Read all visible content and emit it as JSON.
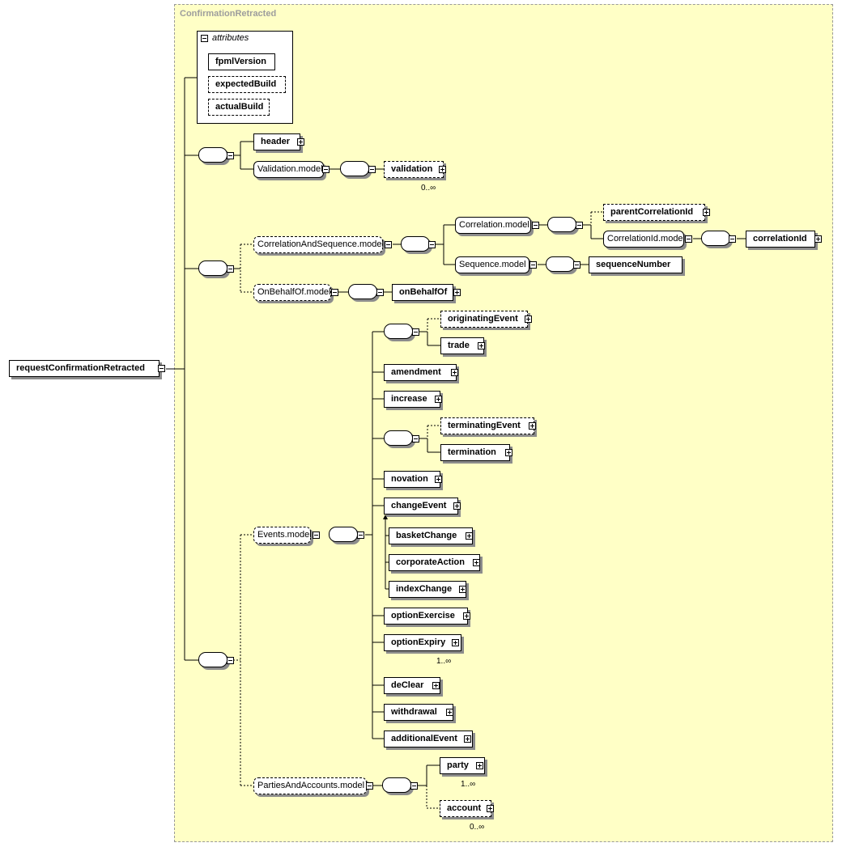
{
  "type_name": "ConfirmationRetracted",
  "attributes_label": "attributes",
  "root_element": "requestConfirmationRetracted",
  "attributes": [
    "fpmlVersion",
    "expectedBuild",
    "actualBuild"
  ],
  "elements": {
    "header": "header",
    "validation_model": "Validation.model",
    "validation": "validation",
    "validation_occ": "0..∞",
    "correlation_and_sequence_model": "CorrelationAndSequence.model",
    "correlation_model": "Correlation.model",
    "parent_correlation_id": "parentCorrelationId",
    "correlation_id_model": "CorrelationId.model",
    "correlation_id": "correlationId",
    "sequence_model": "Sequence.model",
    "sequence_number": "sequenceNumber",
    "on_behalf_of_model": "OnBehalfOf.model",
    "on_behalf_of": "onBehalfOf",
    "events_model": "Events.model",
    "originating_event": "originatingEvent",
    "trade": "trade",
    "amendment": "amendment",
    "increase": "increase",
    "terminating_event": "terminatingEvent",
    "termination": "termination",
    "novation": "novation",
    "change_event": "changeEvent",
    "basket_change": "basketChange",
    "corporate_action": "corporateAction",
    "index_change": "indexChange",
    "option_exercise": "optionExercise",
    "option_expiry": "optionExpiry",
    "option_expiry_occ": "1..∞",
    "de_clear": "deClear",
    "withdrawal": "withdrawal",
    "additional_event": "additionalEvent",
    "parties_and_accounts_model": "PartiesAndAccounts.model",
    "party": "party",
    "party_occ": "1..∞",
    "account": "account",
    "account_occ": "0..∞"
  },
  "colors": {
    "type_background": "#ffffc6",
    "type_title": "#9d9d9d",
    "shadow": "#8c8c8c"
  }
}
